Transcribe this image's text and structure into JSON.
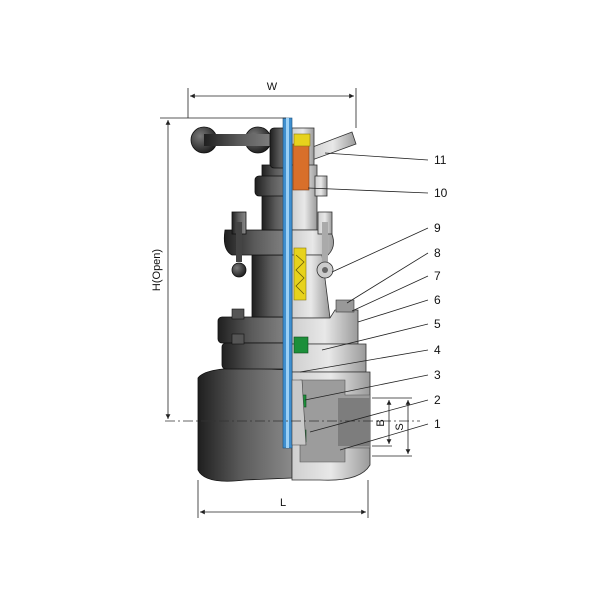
{
  "dimensions": {
    "width_label": "W",
    "height_label": "H(Open)",
    "length_label": "L",
    "b_label": "B",
    "s_label": "S"
  },
  "callouts": [
    {
      "id": "11",
      "label": "11"
    },
    {
      "id": "10",
      "label": "10"
    },
    {
      "id": "9",
      "label": "9"
    },
    {
      "id": "8",
      "label": "8"
    },
    {
      "id": "7",
      "label": "7"
    },
    {
      "id": "6",
      "label": "6"
    },
    {
      "id": "5",
      "label": "5"
    },
    {
      "id": "4",
      "label": "4"
    },
    {
      "id": "3",
      "label": "3"
    },
    {
      "id": "2",
      "label": "2"
    },
    {
      "id": "1",
      "label": "1"
    }
  ],
  "colors": {
    "stem": "#3f8fcf",
    "gland_nut": "#d86f2a",
    "yoke_nut": "#e7d21c",
    "packing": "#e7d21c",
    "seat_ring": "#1c8f3a",
    "body_dark": "#3a3a3a",
    "body_light": "#b9b9b9"
  }
}
